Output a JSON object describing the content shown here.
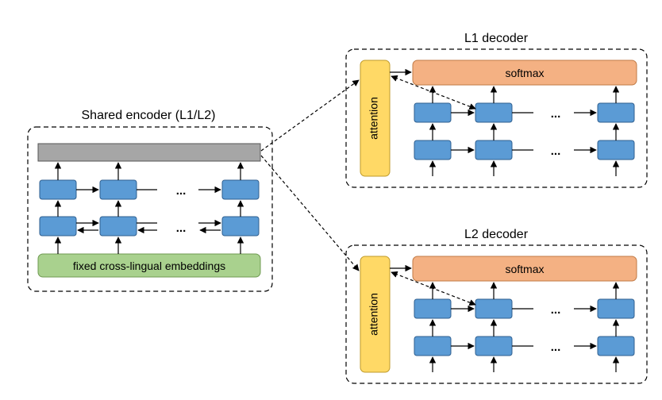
{
  "encoder": {
    "title": "Shared encoder (L1/L2)",
    "embeddings_label": "fixed cross-lingual embeddings",
    "ellipsis_top": "...",
    "ellipsis_bottom": "..."
  },
  "decoders": [
    {
      "title": "L1 decoder",
      "attention_label": "attention",
      "softmax_label": "softmax",
      "ellipsis_top": "...",
      "ellipsis_bottom": "..."
    },
    {
      "title": "L2 decoder",
      "attention_label": "attention",
      "softmax_label": "softmax",
      "ellipsis_top": "...",
      "ellipsis_bottom": "..."
    }
  ],
  "colors": {
    "rnn_cell": "#5b9bd5",
    "rnn_cell_border": "#2f5f8f",
    "softmax": "#f4b183",
    "softmax_border": "#c07a45",
    "attention": "#ffd966",
    "attention_border": "#bf9a2a",
    "embeddings": "#a9d18e",
    "embeddings_border": "#6f9a52",
    "encoder_output": "#a6a6a6",
    "encoder_output_border": "#555555"
  }
}
